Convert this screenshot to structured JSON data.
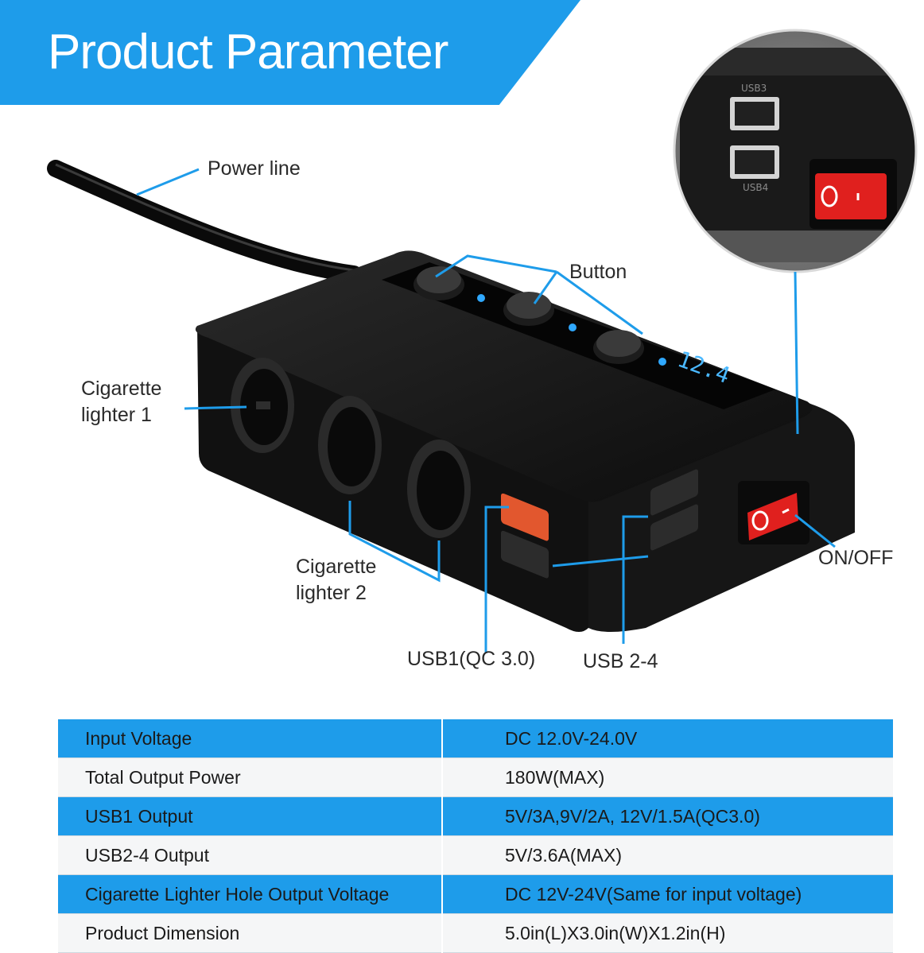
{
  "banner": {
    "title": "Product Parameter"
  },
  "callouts": {
    "power_line": "Power line",
    "button": "Button",
    "cig1_line1": "Cigarette",
    "cig1_line2": "lighter 1",
    "cig2_line1": "Cigarette",
    "cig2_line2": "lighter 2",
    "on_off": "ON/OFF",
    "usb1": "USB1(QC 3.0)",
    "usb24": "USB 2-4"
  },
  "device": {
    "display_reading": "12.4",
    "inset_port_top": "USB3",
    "inset_port_bottom": "USB4"
  },
  "specs": [
    {
      "label": "Input Voltage",
      "value": "DC 12.0V-24.0V"
    },
    {
      "label": "Total Output Power",
      "value": "180W(MAX)"
    },
    {
      "label": "USB1 Output",
      "value": "5V/3A,9V/2A, 12V/1.5A(QC3.0)"
    },
    {
      "label": "USB2-4 Output",
      "value": "5V/3.6A(MAX)"
    },
    {
      "label": "Cigarette Lighter Hole Output Voltage",
      "value": "DC 12V-24V(Same for input voltage)"
    },
    {
      "label": "Product Dimension",
      "value": "5.0in(L)X3.0in(W)X1.2in(H)"
    }
  ],
  "colors": {
    "accent": "#1e9cea",
    "switch_red": "#e0201e",
    "led_blue": "#2fa8ff"
  }
}
